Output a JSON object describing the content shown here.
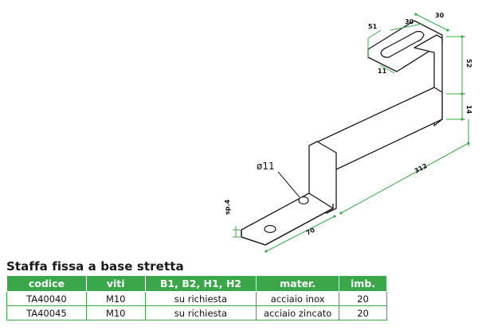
{
  "drawing": {
    "hole_label": "ø11",
    "dimensions": {
      "top_width": "30",
      "slot_width": "30",
      "slot_length": "51",
      "slot_depth": "11",
      "height_upper": "52",
      "height_middle": "14",
      "length": "312",
      "base_length": "70",
      "thickness": "sp.4"
    },
    "accent_color": "#3aa84a"
  },
  "title": "Staffa fissa a base stretta",
  "table": {
    "headers": [
      "codice",
      "viti",
      "B1, B2, H1, H2",
      "mater.",
      "imb."
    ],
    "rows": [
      [
        "TA40040",
        "M10",
        "su richiesta",
        "acciaio inox",
        "20"
      ],
      [
        "TA40045",
        "M10",
        "su richiesta",
        "acciaio zincato",
        "20"
      ]
    ]
  }
}
